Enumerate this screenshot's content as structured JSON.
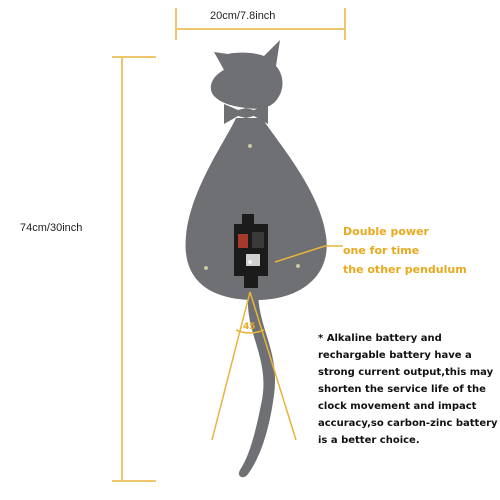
{
  "dimensions": {
    "width_label": "20cm/7.8inch",
    "height_label": "74cm/30inch"
  },
  "callout": {
    "lines": [
      "Double power",
      "one for time",
      "the other pendulum"
    ]
  },
  "angle_label": "45",
  "note": {
    "lines": [
      "* Alkaline battery and",
      "rechargable battery have a",
      "strong current output,this may",
      "shorten the service life of the",
      "clock movement and impact",
      "accuracy,so carbon-zinc battery",
      "is a better choice."
    ]
  },
  "colors": {
    "dimension_line": "#e9b43a",
    "callout_text": "#e9a91e",
    "cat_body": "#6f7073",
    "clock_movement": "#1b1b1b",
    "background": "#ffffff"
  },
  "icons": {
    "clock": "cat-pendulum-clock-icon"
  }
}
